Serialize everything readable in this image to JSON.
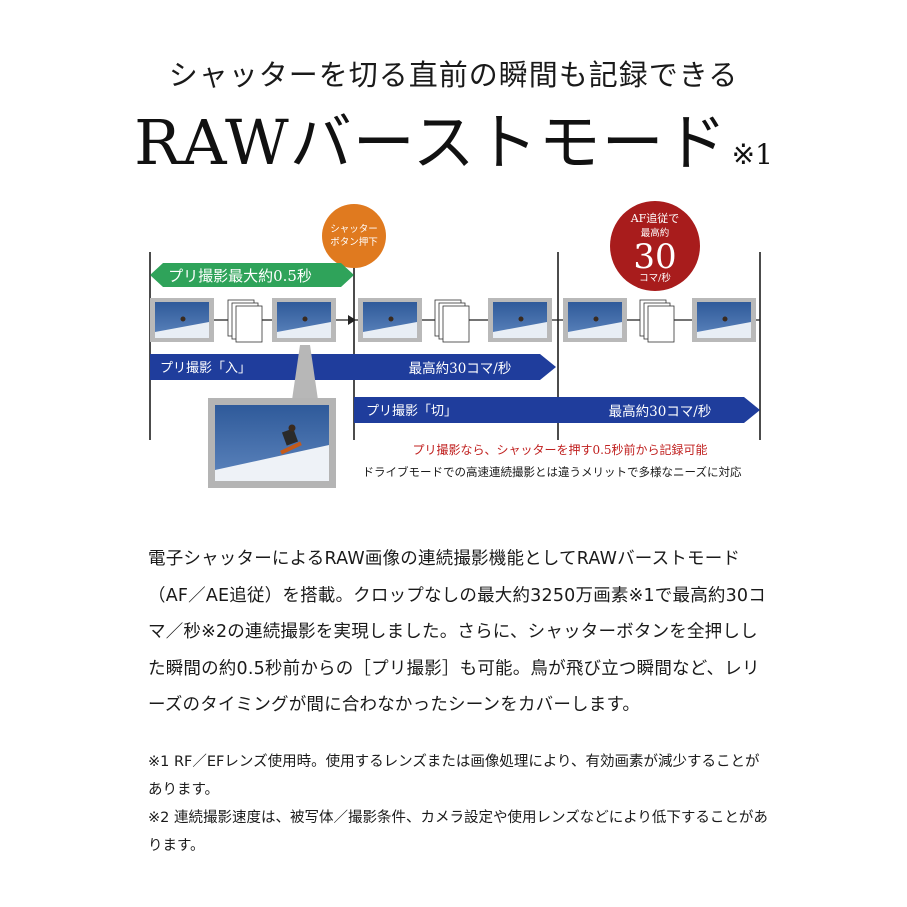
{
  "header": {
    "subtitle": "シャッターを切る直前の瞬間も記録できる",
    "title": "RAWバーストモード",
    "title_note": "※1"
  },
  "diagram": {
    "shutter_badge": [
      "シャッター",
      "ボタン押下"
    ],
    "af_badge": {
      "line1": "AF追従で",
      "line2": "最高約",
      "number": "30",
      "unit": "コマ/秒"
    },
    "pre_shoot_duration": "プリ撮影最大約0.5秒",
    "bar_pre_on_label": "プリ撮影「入」",
    "bar_pre_on_rate": "最高約30コマ/秒",
    "bar_pre_off_label": "プリ撮影「切」",
    "bar_pre_off_rate": "最高約30コマ/秒",
    "caption_red": "プリ撮影なら、シャッターを押す0.5秒前から記録可能",
    "caption_black": "ドライブモードでの高速連続撮影とは違うメリットで多様なニーズに対応",
    "colors": {
      "green": "#2fa35a",
      "orange": "#e07a1f",
      "red": "#a81c1c",
      "blue": "#1f3d9c",
      "sky": "#3f69a8"
    }
  },
  "body": {
    "paragraph": "電子シャッターによるRAW画像の連続撮影機能としてRAWバーストモード（AF／AE追従）を搭載。クロップなしの最大約3250万画素※1で最高約30コマ／秒※2の連続撮影を実現しました。さらに、シャッターボタンを全押しした瞬間の約0.5秒前からの［プリ撮影］も可能。鳥が飛び立つ瞬間など、レリーズのタイミングが間に合わなかったシーンをカバーします。"
  },
  "notes": {
    "note1": "※1  RF／EFレンズ使用時。使用するレンズまたは画像処理により、有効画素が減少することがあります。",
    "note2": "※2  連続撮影速度は、被写体／撮影条件、カメラ設定や使用レンズなどにより低下することがあります。"
  }
}
